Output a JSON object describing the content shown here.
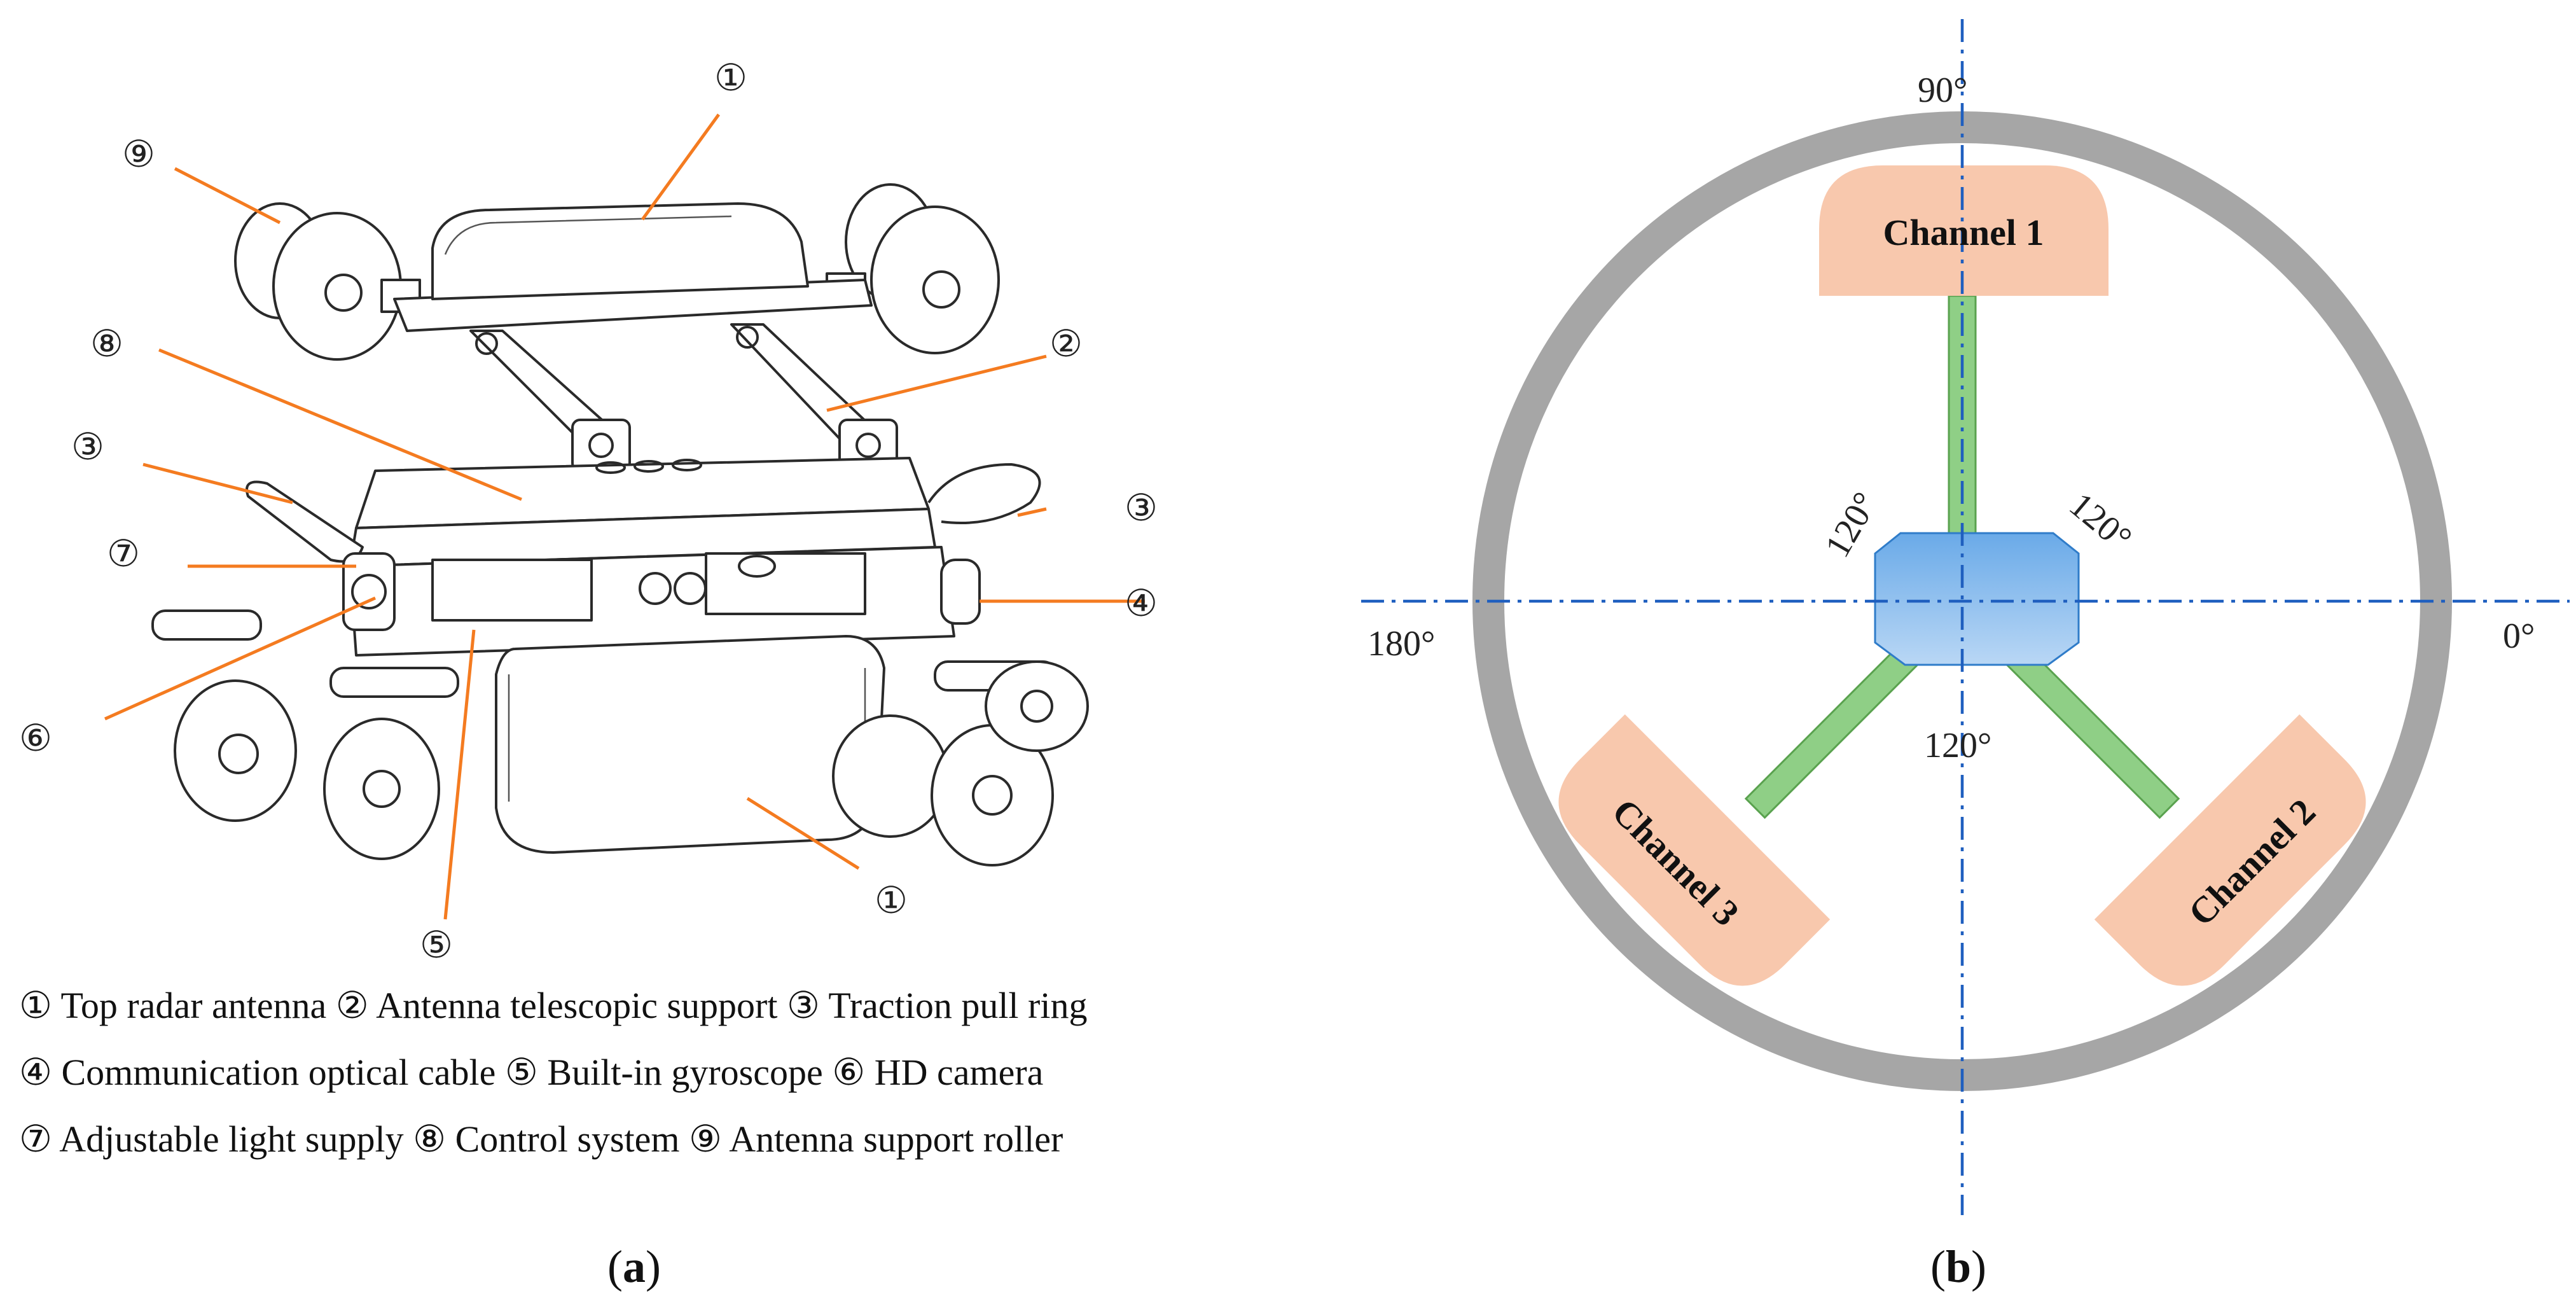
{
  "panel_a": {
    "label_open": "(",
    "label_letter": "a",
    "label_close": ")",
    "callouts": {
      "c1_top": "①",
      "c1_bottom": "①",
      "c2": "②",
      "c3_left": "③",
      "c3_right": "③",
      "c4": "④",
      "c5": "⑤",
      "c6": "⑥",
      "c7": "⑦",
      "c8": "⑧",
      "c9": "⑨"
    },
    "legend_lines": [
      "① Top radar antenna  ② Antenna telescopic support ③ Traction pull ring",
      "④ Communication optical cable ⑤ Built-in gyroscope ⑥ HD camera",
      "⑦ Adjustable light supply ⑧ Control system ⑨ Antenna support roller"
    ]
  },
  "panel_b": {
    "label_open": "(",
    "label_letter": "b",
    "label_close": ")",
    "angles": {
      "a90": "90°",
      "a0": "0°",
      "a180": "180°",
      "sep_left": "120°",
      "sep_right": "120°",
      "sep_bottom": "120°"
    },
    "channels": {
      "ch1": "Channel 1",
      "ch2": "Channel 2",
      "ch3": "Channel 3"
    },
    "colors": {
      "pipe": "#a6a6a6",
      "antenna": "#f8c8ad",
      "arm": "#8fcf86",
      "body_top": "#6aaae8",
      "body_bottom": "#b9d7f5",
      "axis": "#1f5fbf",
      "leader": "#f47b20"
    }
  }
}
